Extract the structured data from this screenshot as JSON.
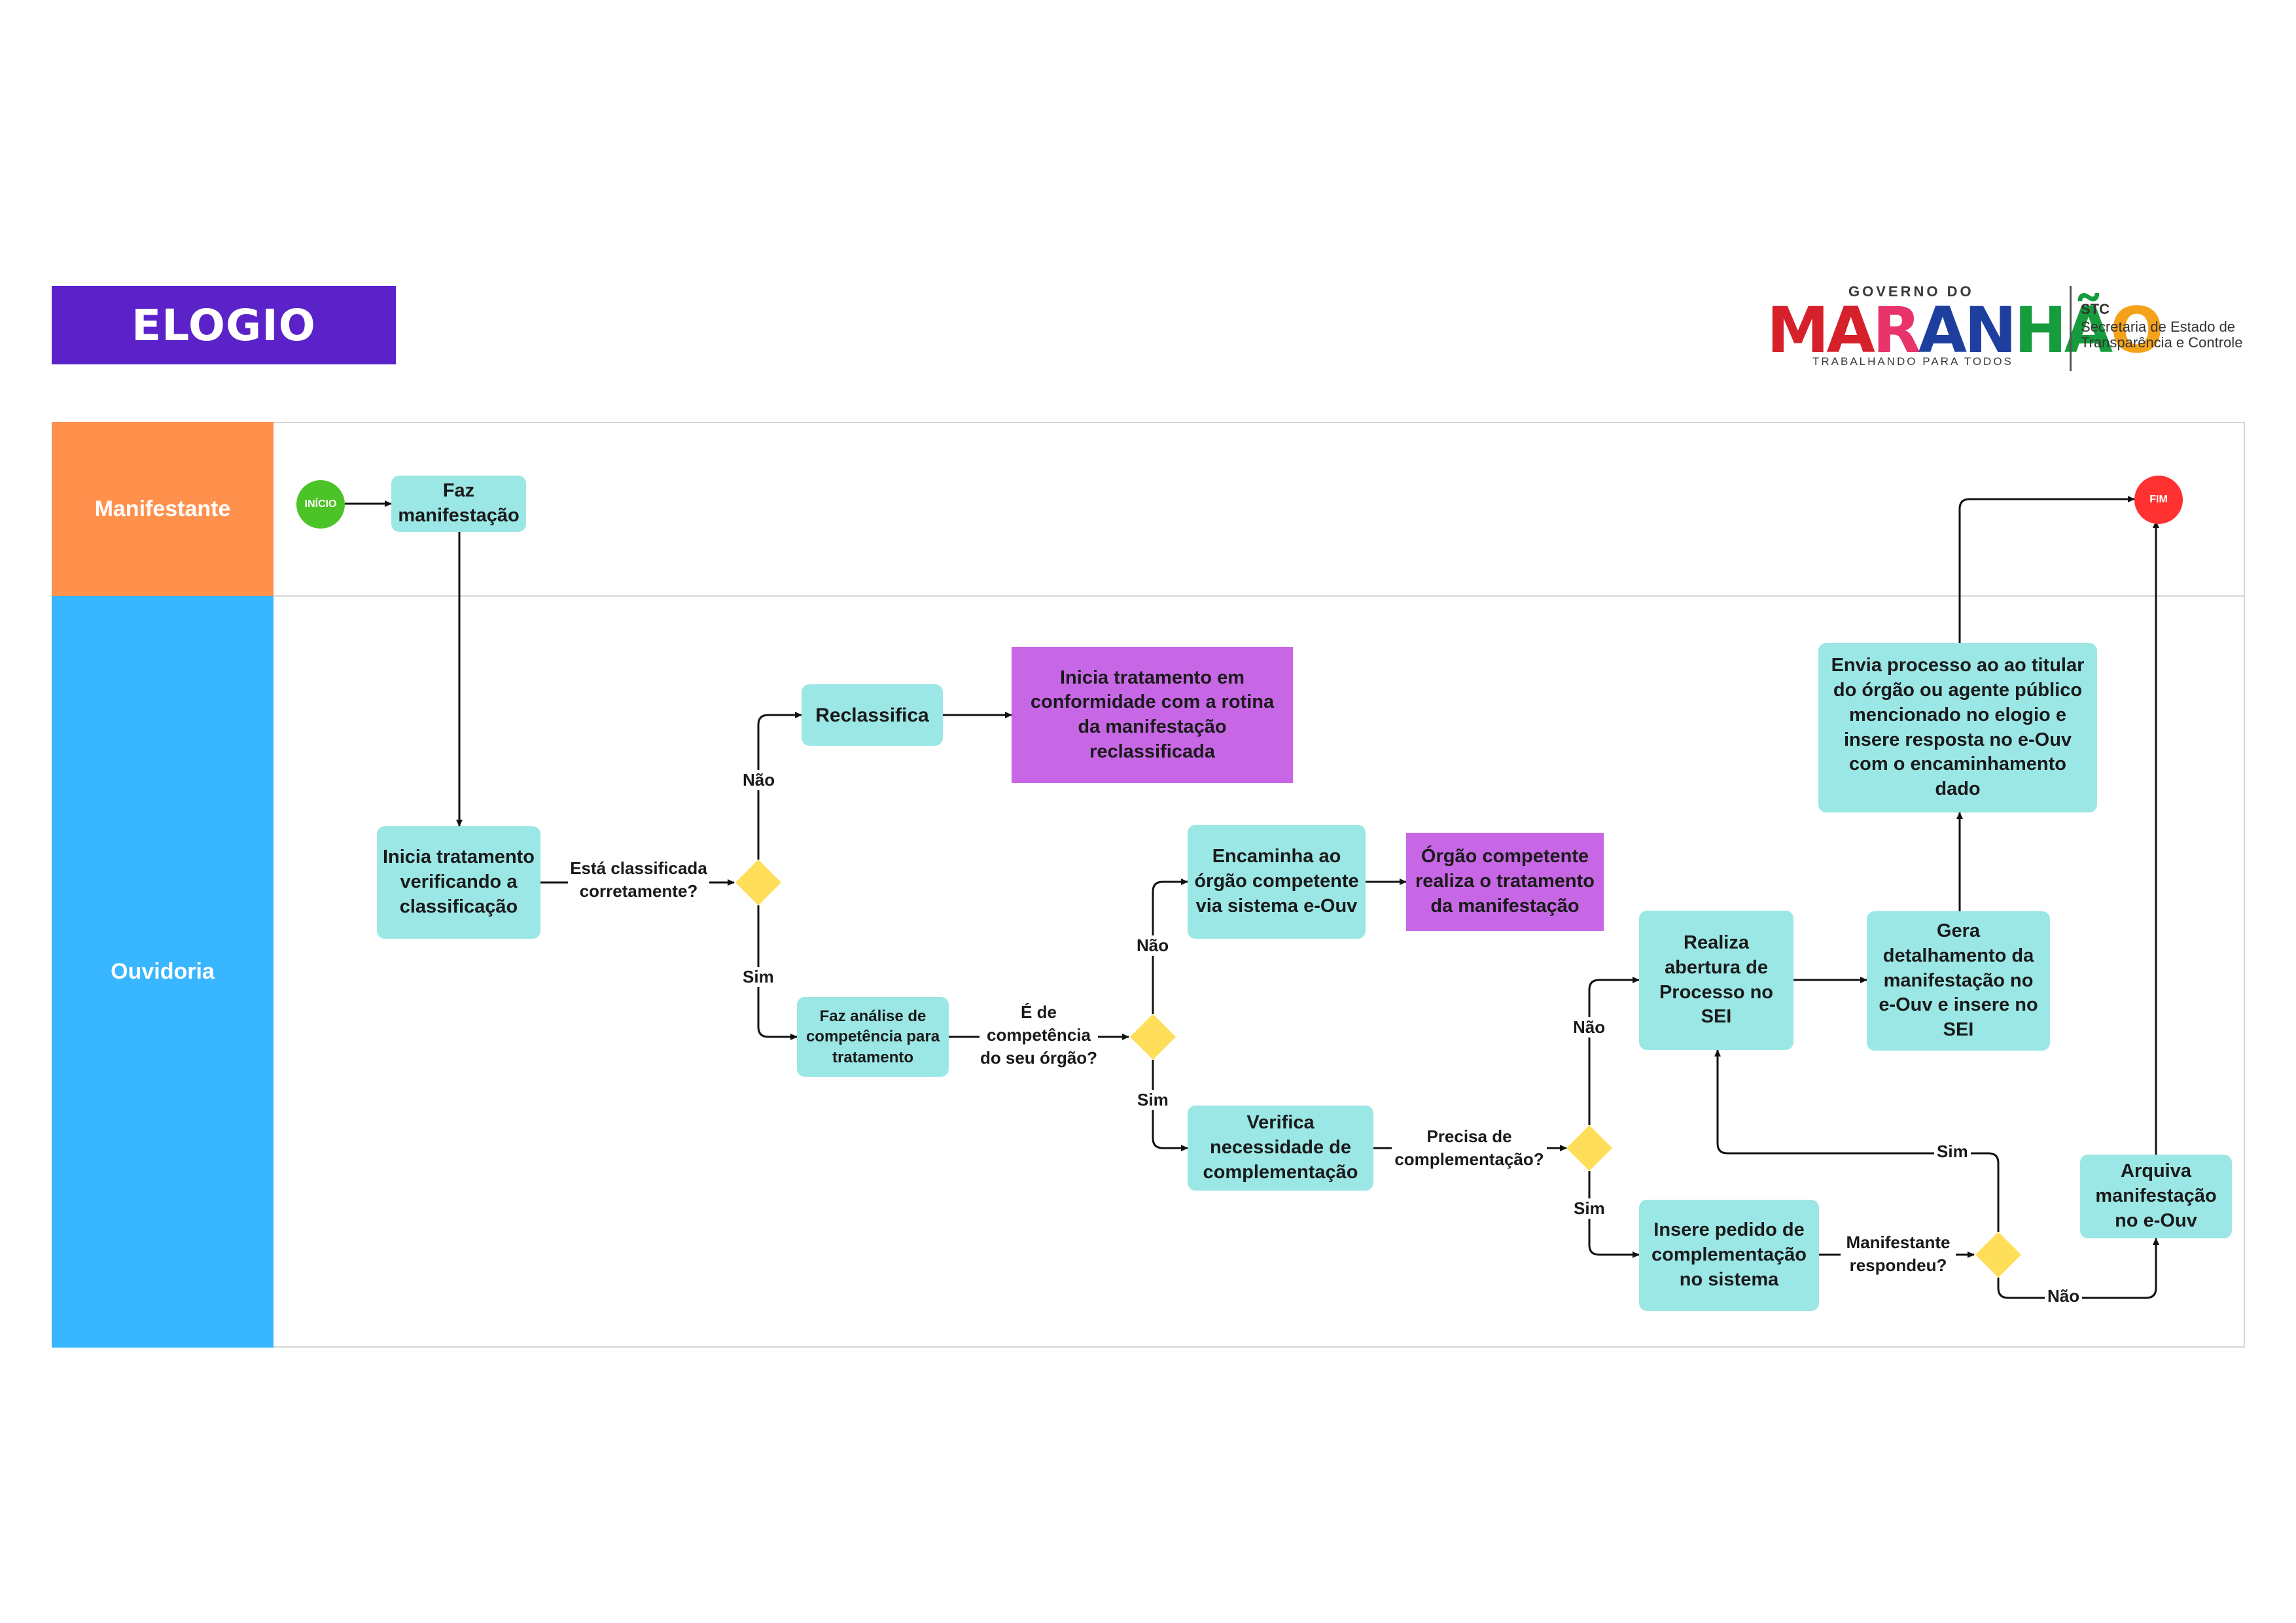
{
  "title": "ELOGIO",
  "logo": {
    "top_text": "GOVERNO DO",
    "brand_letters": [
      {
        "ch": "M",
        "color": "#d6202a"
      },
      {
        "ch": "A",
        "color": "#d6202a"
      },
      {
        "ch": "R",
        "color": "#e8336b"
      },
      {
        "ch": "A",
        "color": "#1e3f9e"
      },
      {
        "ch": "N",
        "color": "#1e3f9e"
      },
      {
        "ch": "H",
        "color": "#169c3c"
      },
      {
        "ch": "Ã",
        "color": "#169c3c"
      },
      {
        "ch": "O",
        "color": "#f5a21b"
      }
    ],
    "bottom_text": "TRABALHANDO PARA TODOS",
    "stc": "STC",
    "stc_line1": "Secretaria de Estado de",
    "stc_line2": "Transparência e Controle"
  },
  "lanes": {
    "manifestante": {
      "label": "Manifestante",
      "color": "#ff914d"
    },
    "ouvidoria": {
      "label": "Ouvidoria",
      "color": "#38b6ff"
    }
  },
  "colors": {
    "task": "#9be7e5",
    "external_task": "#c867e6",
    "decision": "#ffde59",
    "start": "#4cc326",
    "end": "#ff3131"
  },
  "nodes": {
    "start": "INÍCIO",
    "end": "FIM",
    "faz_manifestacao": "Faz manifestação",
    "inicia_tratamento": "Inicia tratamento verificando a classificação",
    "reclassifica": "Reclassifica",
    "inicia_conformidade": "Inicia tratamento em conformidade com a rotina da manifestação reclassificada",
    "faz_analise": "Faz análise de competência para tratamento",
    "encaminha": "Encaminha ao órgão competente via sistema e-Ouv",
    "orgao_competente": "Órgão competente realiza o tratamento da manifestação",
    "verifica": "Verifica necessidade de complementação",
    "realiza_abertura": "Realiza abertura de Processo no SEI",
    "gera": "Gera detalhamento da manifestação no e-Ouv e insere no SEI",
    "envia": "Envia processo ao ao titular do órgão ou agente público mencionado no elogio e insere resposta no e-Ouv com o encaminhamento dado",
    "insere_pedido": "Insere pedido de complementação no sistema",
    "arquiva": "Arquiva manifestação no e-Ouv"
  },
  "decisions": {
    "classificada": "Está classificada corretamente?",
    "competencia": "É de competência do seu órgão?",
    "complementacao": "Precisa de complementação?",
    "respondeu": "Manifestante respondeu?"
  },
  "edge_labels": {
    "sim": "Sim",
    "nao": "Não"
  }
}
